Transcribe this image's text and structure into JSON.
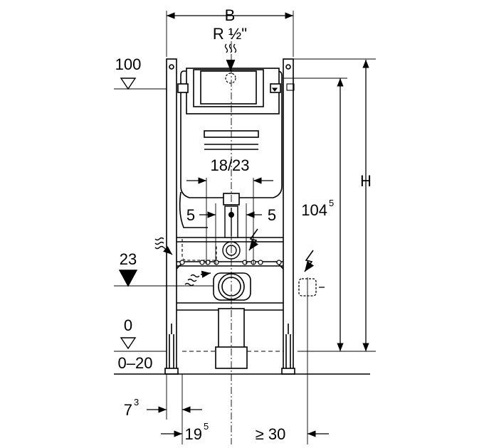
{
  "dimensions": {
    "width_label": "B",
    "thread_label": "R ½\"",
    "height_label": "H",
    "height_value": "104",
    "height_value_sup": "5",
    "level_top": "100",
    "level_mid": "23",
    "level_floor": "0",
    "level_range": "0–20",
    "spacing_label": "18/23",
    "offset_left": "5",
    "offset_right": "5",
    "depth_label": "7",
    "depth_label_sup": "3",
    "distance_label": "19",
    "distance_label_sup": "5",
    "min_distance_label": "≥ 30"
  },
  "icons": [
    "water-supply-icon",
    "electrical-connection-icon",
    "water-drain-icon"
  ],
  "colors": {
    "stroke": "#000000",
    "background": "#ffffff"
  }
}
